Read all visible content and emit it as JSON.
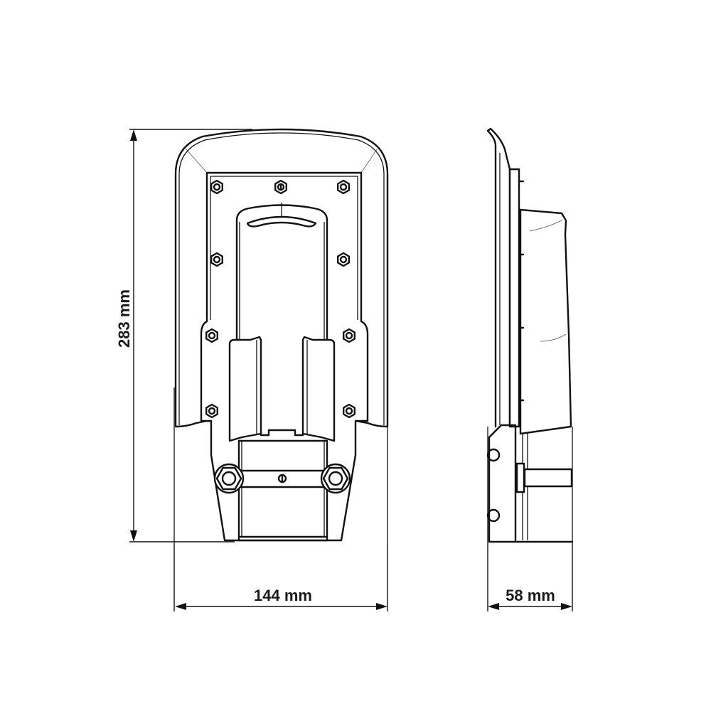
{
  "dimensions": {
    "height": {
      "value": 283,
      "unit": "mm",
      "label": "283 mm"
    },
    "width": {
      "value": 144,
      "unit": "mm",
      "label": "144 mm"
    },
    "depth": {
      "value": 58,
      "unit": "mm",
      "label": "58 mm"
    }
  },
  "views": [
    "front",
    "side"
  ],
  "colors": {
    "line": "#111111",
    "background": "#ffffff"
  }
}
